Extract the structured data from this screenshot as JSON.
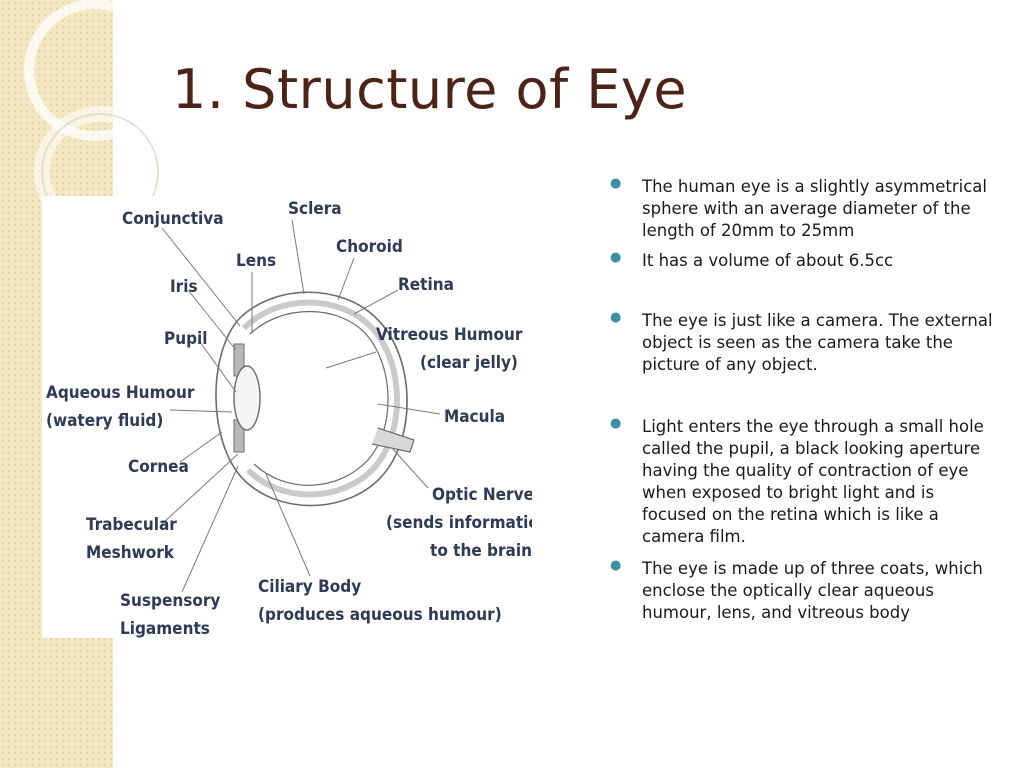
{
  "slide": {
    "title": "1. Structure of Eye",
    "accent_color": "#4e2317",
    "bullet_color": "#3d8fa5"
  },
  "diagram": {
    "labels": {
      "conjunctiva": "Conjunctiva",
      "sclera": "Sclera",
      "lens": "Lens",
      "choroid": "Choroid",
      "iris": "Iris",
      "retina": "Retina",
      "pupil": "Pupil",
      "vitreous_1": "Vitreous Humour",
      "vitreous_2": "(clear jelly)",
      "aqueous_1": "Aqueous Humour",
      "aqueous_2": "(watery fluid)",
      "macula": "Macula",
      "cornea": "Cornea",
      "optic_1": "Optic Nerve",
      "optic_2": "(sends information",
      "optic_3": "to the brain)",
      "trabecular_1": "Trabecular",
      "trabecular_2": "Meshwork",
      "ciliary_1": "Ciliary Body",
      "ciliary_2": "(produces aqueous humour)",
      "suspensory_1": "Suspensory",
      "suspensory_2": "Ligaments"
    }
  },
  "bullets": [
    "The human eye is a slightly asymmetrical sphere with an average diameter of the length of 20mm to 25mm",
    "It has a volume of about 6.5cc",
    "The eye is just like a camera. The external object is seen as the camera take the picture of any object.",
    "Light enters the eye through a small hole called the pupil, a black looking aperture having the quality of contraction of eye when exposed to bright light and is focused on the retina which is like a camera film.",
    " The eye is made up of three coats, which enclose the optically clear aqueous humour, lens, and vitreous body"
  ]
}
